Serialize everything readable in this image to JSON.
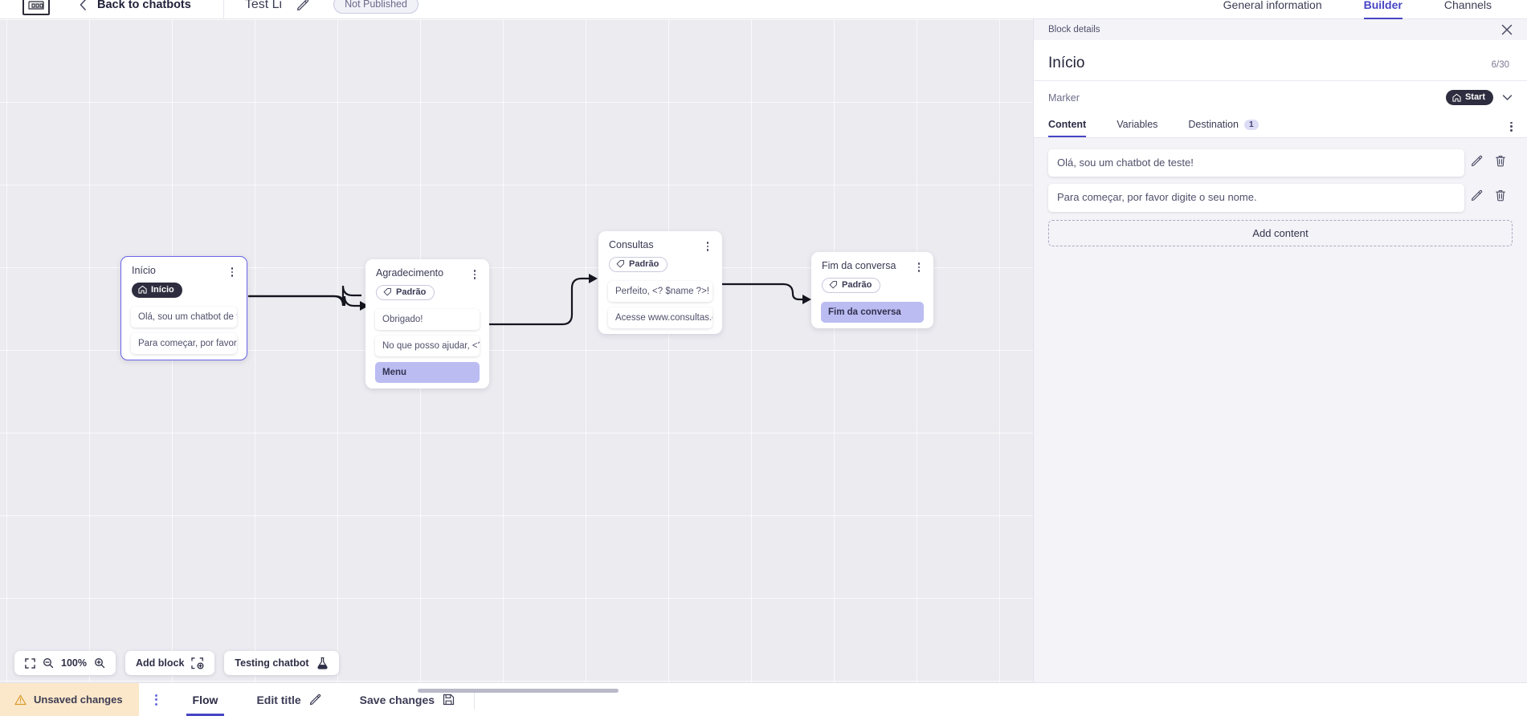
{
  "topbar": {
    "logo_icon": "app-logo-icon",
    "back_chevron_icon": "chevron-left-icon",
    "back_label": "Back to chatbots",
    "bot_title": "Test Li",
    "edit_title_icon": "pencil-icon",
    "publish_status": "Not Published",
    "tabs": [
      {
        "label": "General information",
        "active": false
      },
      {
        "label": "Builder",
        "active": true
      },
      {
        "label": "Channels",
        "active": false
      }
    ]
  },
  "canvas": {
    "zoom_level": "100%",
    "fit_icon": "fit-screen-icon",
    "zoom_out_icon": "zoom-out-icon",
    "zoom_in_icon": "zoom-in-icon",
    "add_block_label": "Add block",
    "add_block_icon": "add-block-icon",
    "testing_label": "Testing chatbot",
    "testing_icon": "flask-icon",
    "nodes": [
      {
        "id": "inicio",
        "title": "Início",
        "selected": true,
        "tag": {
          "label": "Início",
          "style": "start",
          "icon": "home-icon"
        },
        "messages": [
          {
            "text": "Olá, sou um chatbot de teste!",
            "accent": false
          },
          {
            "text": "Para começar, por favor digite o ...",
            "accent": false
          }
        ]
      },
      {
        "id": "agradecimento",
        "title": "Agradecimento",
        "selected": false,
        "tag": {
          "label": "Padrão",
          "style": "default",
          "icon": "tag-icon"
        },
        "messages": [
          {
            "text": "Obrigado!",
            "accent": false
          },
          {
            "text": "No que posso ajudar, <? $name ...",
            "accent": false
          },
          {
            "text": "Menu",
            "accent": true
          }
        ]
      },
      {
        "id": "consultas",
        "title": "Consultas",
        "selected": false,
        "tag": {
          "label": "Padrão",
          "style": "default",
          "icon": "tag-icon"
        },
        "messages": [
          {
            "text": "Perfeito, <? $name ?>!",
            "accent": false
          },
          {
            "text": "Acesse www.consultas.com par...",
            "accent": false
          }
        ]
      },
      {
        "id": "fim",
        "title": "Fim da conversa",
        "selected": false,
        "tag": {
          "label": "Padrão",
          "style": "default",
          "icon": "tag-icon"
        },
        "messages": [
          {
            "text": "Fim da conversa",
            "accent": true
          }
        ]
      }
    ]
  },
  "panel": {
    "header_label": "Block details",
    "close_icon": "close-icon",
    "block_title": "Início",
    "char_count": "6/30",
    "marker_label": "Marker",
    "marker_value": "Start",
    "marker_icon": "home-icon",
    "marker_chevron_icon": "chevron-down-icon",
    "tabs": [
      {
        "label": "Content",
        "badge": "",
        "active": true
      },
      {
        "label": "Variables",
        "badge": "",
        "active": false
      },
      {
        "label": "Destination",
        "badge": "1",
        "active": false
      }
    ],
    "overflow_icon": "kebab-icon",
    "contents": [
      {
        "text": "Olá, sou um chatbot de teste!",
        "edit_icon": "pencil-icon",
        "delete_icon": "trash-icon"
      },
      {
        "text": "Para começar, por favor digite o seu nome.",
        "edit_icon": "pencil-icon",
        "delete_icon": "trash-icon"
      }
    ],
    "add_content_label": "Add content"
  },
  "bottombar": {
    "unsaved_label": "Unsaved changes",
    "warning_icon": "warning-icon",
    "kebab_icon": "kebab-icon",
    "flow_label": "Flow",
    "edit_title_label": "Edit title",
    "edit_title_icon": "pencil-icon",
    "save_label": "Save changes",
    "save_icon": "save-disk-icon"
  },
  "colors": {
    "accent": "#4745c4",
    "node_accent": "#bbbcf2",
    "warning_bg": "#fbe8cb",
    "dark_badge": "#2d2d3f"
  }
}
